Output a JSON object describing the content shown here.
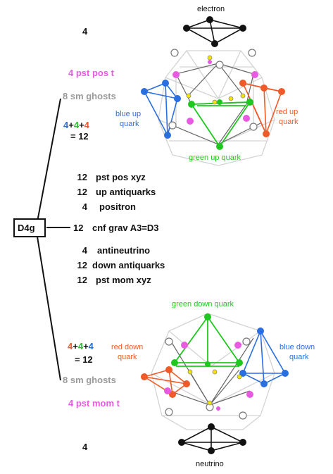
{
  "top": {
    "count": "4",
    "pst_pos_t": "4 pst pos t",
    "sm_ghosts": "8 sm ghosts",
    "sum_a": "4",
    "plus1": "+",
    "sum_b": "4",
    "plus2": "+",
    "sum_c": "4",
    "sum_total": "= 12",
    "electron": "electron",
    "blue_up_quark_1": "blue up",
    "blue_up_quark_2": "quark",
    "red_up_quark_1": "red up",
    "red_up_quark_2": "quark",
    "green_up_quark": "green up quark"
  },
  "center": {
    "label": "D4g",
    "rows": [
      {
        "n": "12",
        "text": "pst pos xyz"
      },
      {
        "n": "12",
        "text": "up antiquarks"
      },
      {
        "n": "4",
        "text": "positron"
      },
      {
        "n": "12",
        "text": "cnf grav A3=D3"
      },
      {
        "n": "4",
        "text": "antineutrino"
      },
      {
        "n": "12",
        "text": "down antiquarks"
      },
      {
        "n": "12",
        "text": "pst mom xyz"
      }
    ]
  },
  "bottom": {
    "sum_a": "4",
    "plus1": "+",
    "sum_b": "4",
    "plus2": "+",
    "sum_c": "4",
    "sum_total": "= 12",
    "sm_ghosts": "8 sm ghosts",
    "pst_mom_t": "4 pst mom t",
    "count": "4",
    "neutrino": "neutrino",
    "green_down_quark": "green down quark",
    "red_down_quark_1": "red down",
    "red_down_quark_2": "quark",
    "blue_down_quark_1": "blue down",
    "blue_down_quark_2": "quark"
  },
  "colors": {
    "black": "#111111",
    "blue": "#2a6fe0",
    "green": "#1fc81f",
    "red": "#f05a28",
    "pink": "#e95ae3",
    "yellow": "#f2e600",
    "gray_line": "#cfcfcf",
    "dark_line": "#555555"
  }
}
